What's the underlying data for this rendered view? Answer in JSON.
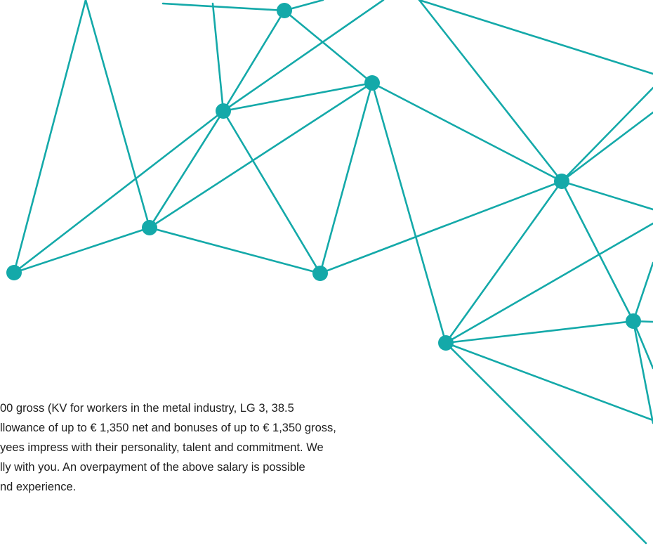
{
  "salary_text": {
    "lines": [
      "00 gross (KV for workers in the metal industry, LG 3, 38.5",
      "llowance of up to € 1,350 net and bonuses of up to € 1,350 gross,",
      "yees impress with their personality, talent and commitment. We",
      "lly with you. An overpayment of the above salary is possible",
      "nd experience."
    ]
  },
  "network": {
    "color": "#14a9a9"
  }
}
